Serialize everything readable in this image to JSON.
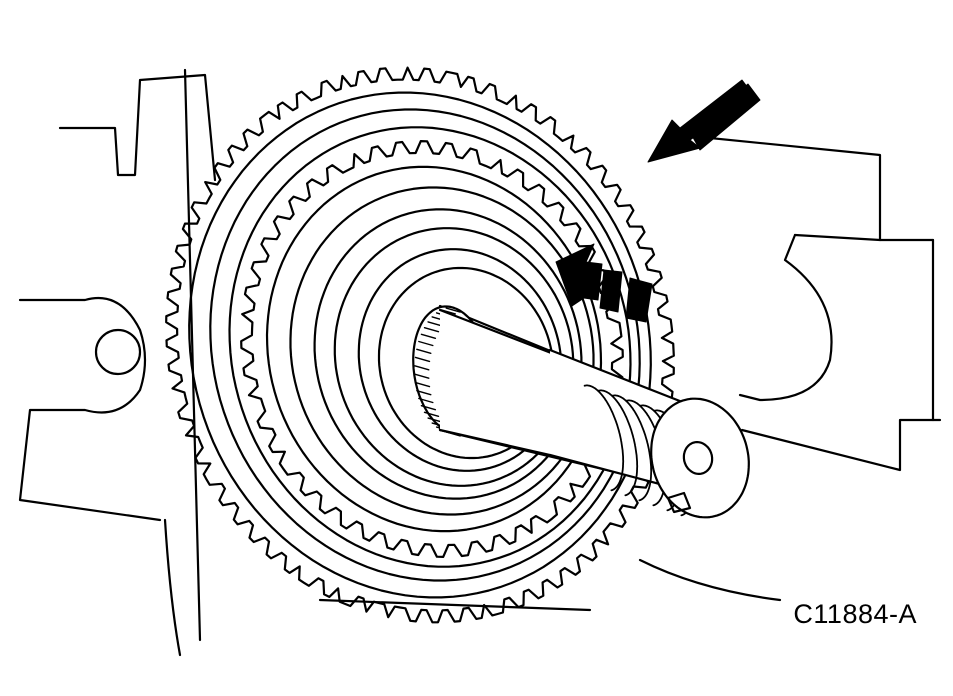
{
  "figure": {
    "code": "C11884-A",
    "line_color": "#000000",
    "background": "#ffffff",
    "gears": [
      {
        "name": "outer-ring-gear",
        "teeth": 72
      },
      {
        "name": "inner-ring-gear",
        "teeth": 48
      },
      {
        "name": "shaft-splines",
        "teeth": 22
      }
    ],
    "callouts": [
      {
        "name": "solid-arrow",
        "points_to": "outer-ring-gear"
      },
      {
        "name": "dashed-arrow",
        "indicates": "removal-direction"
      }
    ]
  }
}
